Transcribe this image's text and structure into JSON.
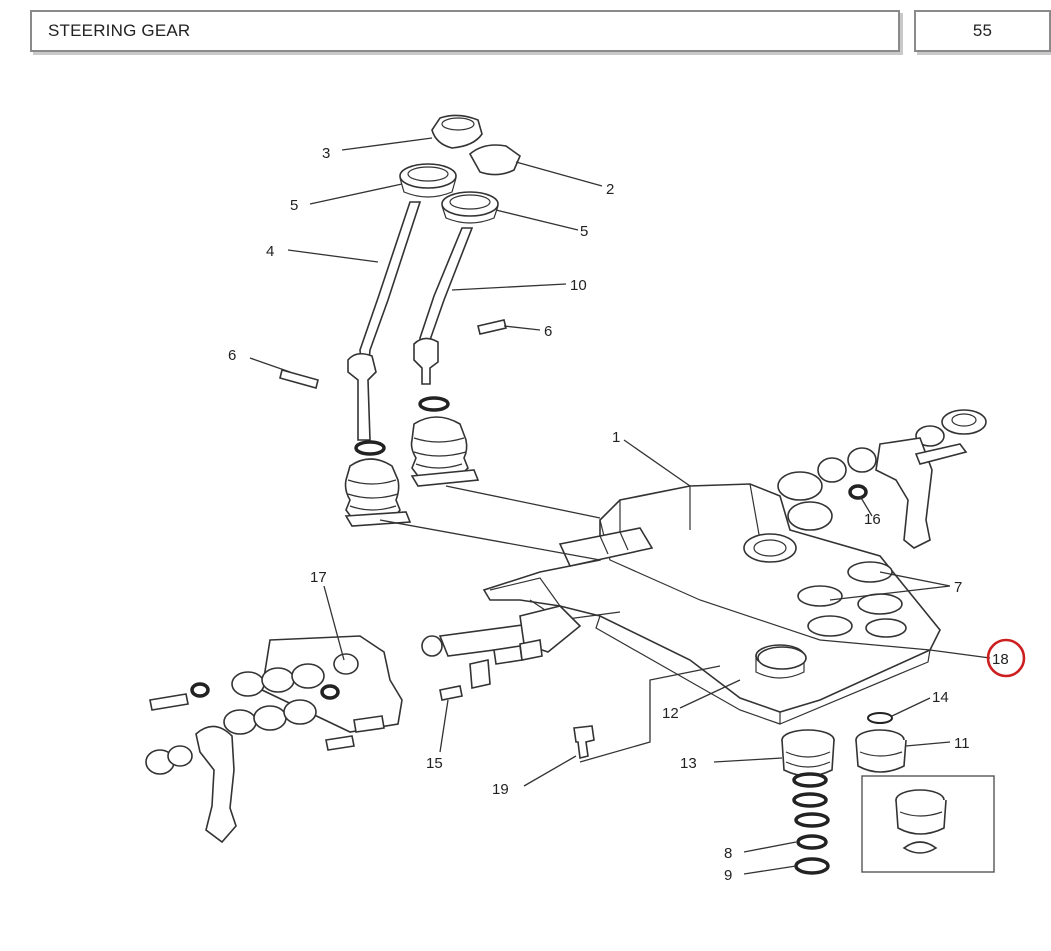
{
  "header": {
    "title": "STEERING GEAR",
    "page_number": "55"
  },
  "callouts": [
    {
      "id": "c1",
      "label": "1"
    },
    {
      "id": "c2",
      "label": "2"
    },
    {
      "id": "c3",
      "label": "3"
    },
    {
      "id": "c4",
      "label": "4"
    },
    {
      "id": "c5a",
      "label": "5"
    },
    {
      "id": "c5b",
      "label": "5"
    },
    {
      "id": "c6a",
      "label": "6"
    },
    {
      "id": "c6b",
      "label": "6"
    },
    {
      "id": "c7",
      "label": "7"
    },
    {
      "id": "c8",
      "label": "8"
    },
    {
      "id": "c9",
      "label": "9"
    },
    {
      "id": "c10",
      "label": "10"
    },
    {
      "id": "c11",
      "label": "11"
    },
    {
      "id": "c12",
      "label": "12"
    },
    {
      "id": "c13",
      "label": "13"
    },
    {
      "id": "c14",
      "label": "14"
    },
    {
      "id": "c15",
      "label": "15"
    },
    {
      "id": "c16",
      "label": "16"
    },
    {
      "id": "c17",
      "label": "17"
    },
    {
      "id": "c18",
      "label": "18",
      "highlighted": true
    },
    {
      "id": "c19",
      "label": "19"
    }
  ],
  "highlight_color": "#cc1f1f"
}
